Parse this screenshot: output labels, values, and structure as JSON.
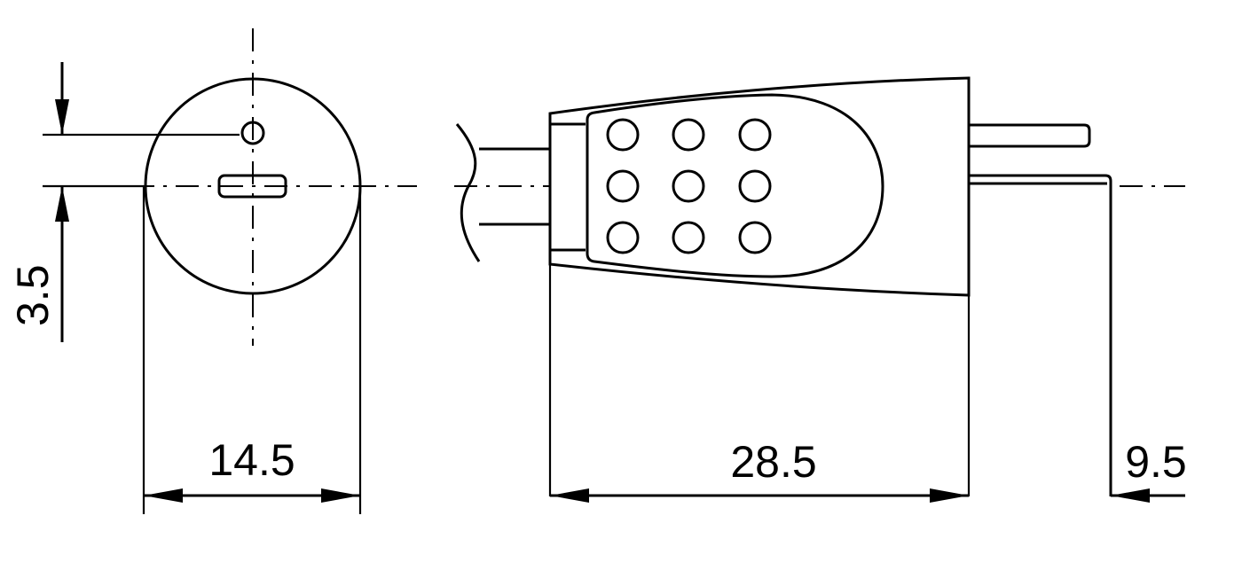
{
  "dimensions": {
    "front_width": "14.5",
    "front_offset": "3.5",
    "side_length": "28.5",
    "pin_length": "9.5"
  },
  "colors": {
    "line": "#000000",
    "background": "#ffffff"
  }
}
